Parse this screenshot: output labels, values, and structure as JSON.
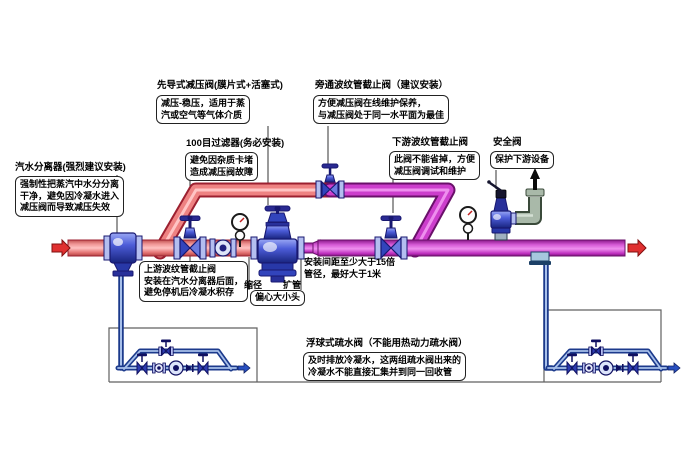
{
  "diagram": {
    "labels": {
      "separator": "汽水分离器(强烈建议安装)",
      "strainer100": "100目过滤器(务必安装)",
      "prv": "先导式减压阀(膜片式+活塞式)",
      "bypass_valve": "旁通波纹管截止阀（建议安装）",
      "downstream_valve": "下游波纹管截止阀",
      "safety_valve": "安全阀",
      "float_trap": "浮球式疏水阀（不能用热动力疏水阀）",
      "reducer": "缩径",
      "expander": "扩管",
      "eccentric_reducer": "偏心大小头"
    },
    "notes": {
      "separator": [
        "强制性把蒸汽中水分分离",
        "干净，避免因冷凝水进入",
        "减压阀而导致减压失效"
      ],
      "strainer100": [
        "避免因杂质卡堵",
        "造成减压阀故障"
      ],
      "prv": [
        "减压-稳压，适用于蒸",
        "汽或空气等气体介质"
      ],
      "bypass_valve": [
        "方便减压阀在线维护保养，",
        "与减压阀处于同一水平面为最佳"
      ],
      "downstream_valve": [
        "此阀不能省掉，方便",
        "减压阀调试和维护"
      ],
      "safety_valve": [
        "保护下游设备"
      ],
      "upstream_valve": [
        "上游波纹管截止阀",
        "安装在汽水分离器后面，",
        "避免停机后冷凝水积存"
      ],
      "spacing": [
        "安装间距至少大于15倍",
        "管径，最好大于1米"
      ],
      "float_trap": [
        "及时排放冷凝水，这两组疏水阀出来的",
        "冷凝水不能直接汇集并到同一回收管"
      ]
    },
    "colors": {
      "high_pressure_pipe": "#ee8282",
      "low_pressure_pipe": "#cc3ecc",
      "condensate_pipe": "#2a4ba8",
      "valve_body": "#3244bc",
      "vent_pipe": "#a9b9a9"
    }
  }
}
